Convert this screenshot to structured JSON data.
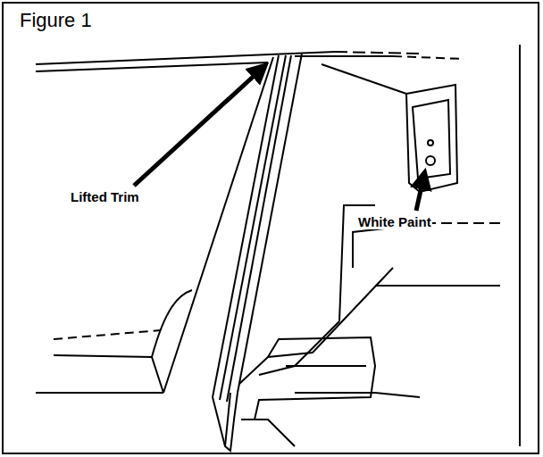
{
  "diagram": {
    "title": "Figure 1",
    "labels": [
      "Lifted Trim",
      "White Paint"
    ]
  }
}
